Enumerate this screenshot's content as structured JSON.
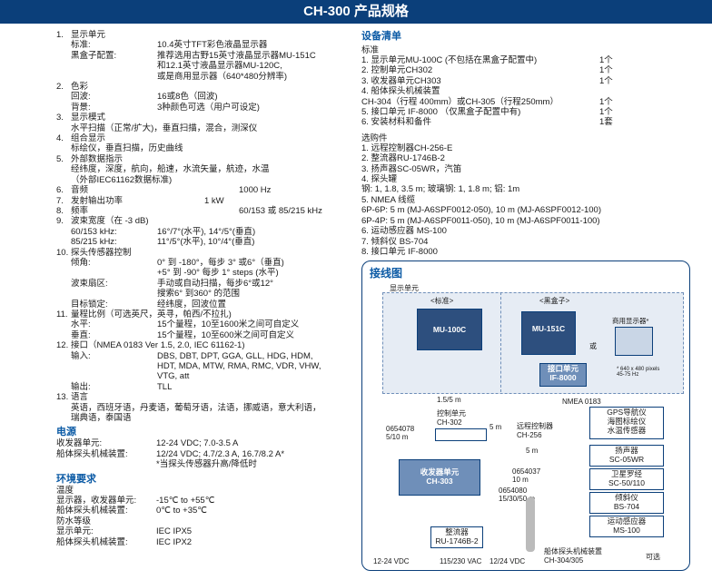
{
  "banner_title": "CH-300 产品规格",
  "left": {
    "items": [
      {
        "num": "1.",
        "title": "显示单元",
        "rows": [
          [
            "标准:",
            "10.4英寸TFT彩色液晶显示器"
          ],
          [
            "黑盒子配置:",
            "推荐选用古野15英寸液晶显示器MU-151C"
          ],
          [
            "",
            "和12.1英寸液晶显示器MU-120C,"
          ],
          [
            "",
            "或是商用显示器（640*480分辨率)"
          ]
        ]
      },
      {
        "num": "2.",
        "title": "色彩",
        "rows": [
          [
            "回波:",
            "16或8色（回波)"
          ],
          [
            "背景:",
            "3种颜色可选（用户可设定)"
          ]
        ]
      },
      {
        "num": "3.",
        "title": "显示模式",
        "rows": [
          [
            "水平扫描（正常/扩大)，垂直扫描，混合，测深仪",
            ""
          ]
        ]
      },
      {
        "num": "4.",
        "title": "组合显示",
        "rows": [
          [
            "标绘仪，垂直扫描，历史曲线",
            ""
          ]
        ]
      },
      {
        "num": "5.",
        "title": "外部数据指示",
        "rows": [
          [
            "经纬度，深度，航向，船速，水流矢量，航迹，水温",
            ""
          ],
          [
            "（外部IEC61162数据标准)",
            ""
          ]
        ]
      },
      {
        "num": "6.",
        "title": "音频",
        "val": "1000 Hz",
        "rows": []
      },
      {
        "num": "7.",
        "title": "发射输出功率",
        "val": "1 kW",
        "rows": []
      },
      {
        "num": "8.",
        "title": "频率",
        "val": "60/153 或 85/215 kHz",
        "rows": []
      },
      {
        "num": "9.",
        "title": "波束宽度（在 -3 dB)",
        "rows": [
          [
            "60/153 kHz:",
            "16°/7°(水平), 14°/5°(垂直)"
          ],
          [
            "85/215 kHz:",
            "11°/5°(水平), 10°/4°(垂直)"
          ]
        ]
      },
      {
        "num": "10.",
        "title": "探头传感器控制",
        "rows": [
          [
            "倾角:",
            "0° 到 -180°，每步 3° 或6°（垂直)"
          ],
          [
            "",
            "+5° 到 -90° 每步 1° steps (水平)"
          ],
          [
            "波束扇区:",
            "手动或自动扫描，每步6°或12°"
          ],
          [
            "",
            "搜索6° 到360° 的范围"
          ],
          [
            "目标锁定:",
            "经纬度，回波位置"
          ]
        ]
      },
      {
        "num": "11.",
        "title": "量程比例（可选英尺，英寻，帕西/不拉扎)",
        "rows": [
          [
            "水平:",
            "15个量程，10至1600米之间可自定义"
          ],
          [
            "垂直:",
            "15个量程，10至600米之间可自定义"
          ]
        ]
      },
      {
        "num": "12.",
        "title": "接口（NMEA 0183 Ver 1.5, 2.0, IEC 61162-1)",
        "rows": [
          [
            "输入:",
            "DBS, DBT, DPT, GGA, GLL, HDG, HDM,"
          ],
          [
            "",
            "HDT, MDA, MTW, RMA, RMC, VDR, VHW,"
          ],
          [
            "",
            "VTG, att"
          ],
          [
            "输出:",
            "TLL"
          ]
        ]
      },
      {
        "num": "13.",
        "title": "语言",
        "rows": [
          [
            "英语，西班牙语，丹麦语，葡萄牙语，法语，挪威语，意大利语，",
            ""
          ],
          [
            "瑞典语，泰国语",
            ""
          ]
        ]
      }
    ],
    "power_title": "电源",
    "power": [
      [
        "收发器单元:",
        "12-24 VDC; 7.0-3.5 A"
      ],
      [
        "船体探头机械装置:",
        "12/24 VDC; 4.7/2.3 A, 16.7/8.2 A*"
      ],
      [
        "",
        "*当探头传感器升高/降低时"
      ]
    ],
    "env_title": "环境要求",
    "env": [
      [
        "温度",
        ""
      ],
      [
        "显示器，收发器单元:",
        "-15℃ to +55℃"
      ],
      [
        "船体探头机械装置:",
        "0℃ to +35℃"
      ],
      [
        "防水等级",
        ""
      ],
      [
        "显示单元:",
        "IEC IPX5"
      ],
      [
        "船体探头机械装置:",
        "IEC IPX2"
      ]
    ]
  },
  "right": {
    "equip_title": "设备清单",
    "std_label": "标准",
    "std": [
      [
        "1. 显示单元MU-100C (不包括在黑盒子配置中)",
        "1个"
      ],
      [
        "2. 控制单元CH302",
        "1个"
      ],
      [
        "3. 收发器单元CH303",
        "1个"
      ],
      [
        "4. 船体探头机械装置",
        ""
      ],
      [
        "    CH-304（行程 400mm）或CH-305（行程250mm）",
        "1个"
      ],
      [
        "5. 接口单元 IF-8000 （仅黑盒子配置中有)",
        "1个"
      ],
      [
        "6. 安装材料和备件",
        "1套"
      ]
    ],
    "opt_label": "选购件",
    "opt": [
      "1.  远程控制器CH-256-E",
      "2.  整流器RU-1746B-2",
      "3.  扬声器SC-05WR，汽笛",
      "4.  探头罐",
      "     钢: 1, 1.8, 3.5 m; 玻璃钢: 1, 1.8 m; 铝: 1m",
      "5.  NMEA 线缆",
      "     6P-6P: 5 m (MJ-A6SPF0012-050), 10 m (MJ-A6SPF0012-100)",
      "     6P-4P: 5 m (MJ-A6SPF0011-050), 10 m (MJ-A6SPF0011-100)",
      "6.  运动感应器 MS-100",
      "7.  倾斜仪 BS-704",
      "8.  接口单元 IF-8000"
    ]
  },
  "diagram": {
    "title": "接线图",
    "display_unit": "显示单元",
    "std_label": "<标准>",
    "blackbox_label": "<黑盒子>",
    "mu100c": "MU-100C",
    "mu151c": "MU-151C",
    "or": "或",
    "commercial": "商用显示器*",
    "pixels": "* 640 x 480 pixels\n45-75 Hz",
    "if8000_a": "接口单元",
    "if8000_b": "IF-8000",
    "nmea": "NMEA 0183",
    "cable1": "1.5/5 m",
    "ctrl_a": "控制单元",
    "ctrl_b": "CH-302",
    "c0654078": "0654078",
    "c0654078b": "5/10 m",
    "c5m": "5 m",
    "remote_a": "远程控制器",
    "remote_b": "CH-256",
    "gps_a": "GPS导航仪",
    "gps_b": "海图标绘仪",
    "gps_c": "水温传感器",
    "c5m2": "5 m",
    "spk_a": "扬声器",
    "spk_b": "SC-05WR",
    "trx_a": "收发器单元",
    "trx_b": "CH-303",
    "c0654037": "0654037",
    "c10m": "10 m",
    "sat_a": "卫星罗经",
    "sat_b": "SC-50/110",
    "c0654080": "0654080",
    "c0654080b": "15/30/50 m",
    "inc_a": "倾斜仪",
    "inc_b": "BS-704",
    "mot_a": "运动感应器",
    "mot_b": "MS-100",
    "rect_a": "整流器",
    "rect_b": "RU-1746B-2",
    "p1": "12-24 VDC",
    "p2": "115/230 VAC",
    "p3": "12/24 VDC",
    "hull_a": "船体探头机械装置",
    "hull_b": "CH-304/305",
    "optional": "可选"
  }
}
